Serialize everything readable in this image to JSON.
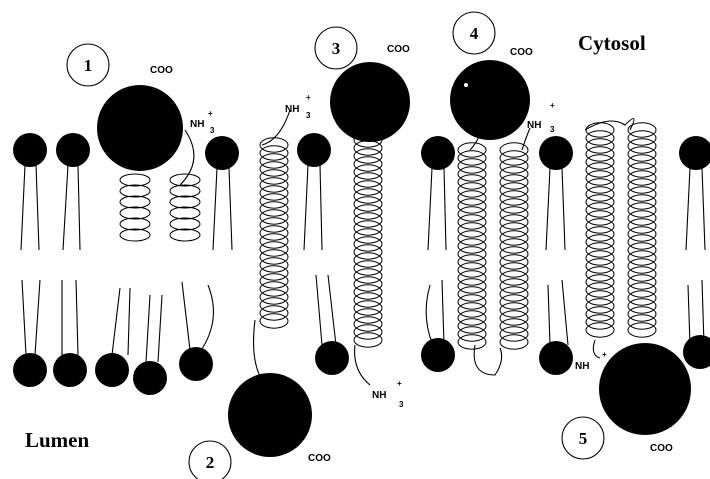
{
  "regions": {
    "cytosol": "Cytosol",
    "lumen": "Lumen"
  },
  "markers": [
    "1",
    "2",
    "3",
    "4",
    "5"
  ],
  "termini": {
    "c": "COO",
    "n": "NH",
    "plus": "+",
    "three": "3"
  }
}
